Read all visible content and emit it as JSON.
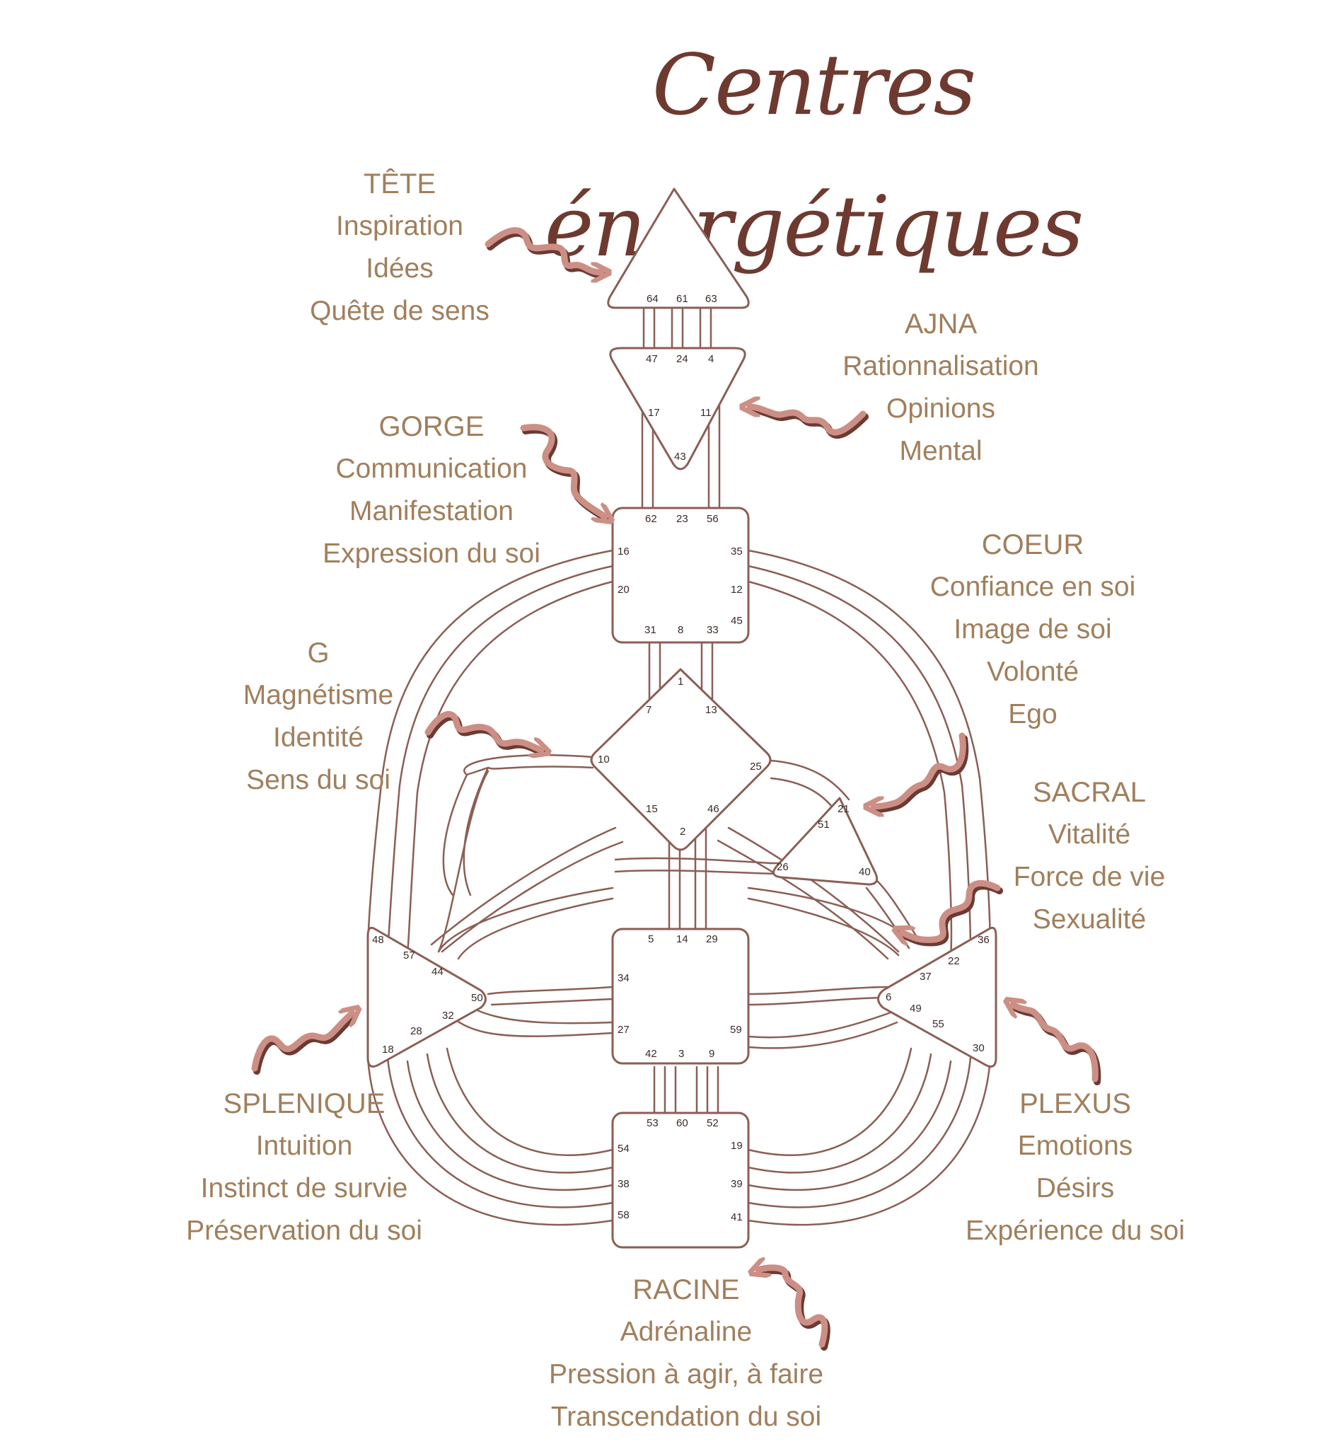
{
  "title": "Centres énergétiques",
  "colors": {
    "line": "#8b5e55",
    "text": "#a07f5c",
    "arrow": "#cc8f85",
    "arrow_shadow": "#6b3a33",
    "title": "#6e3a30"
  },
  "centers": [
    {
      "id": "tete",
      "name": "TÊTE",
      "lines": [
        "Inspiration",
        "Idées",
        "Quête de sens"
      ],
      "gates": [
        "64",
        "61",
        "63"
      ]
    },
    {
      "id": "ajna",
      "name": "AJNA",
      "lines": [
        "Rationnalisation",
        "Opinions",
        "Mental"
      ],
      "gates": [
        "47",
        "24",
        "4",
        "17",
        "11",
        "43"
      ]
    },
    {
      "id": "gorge",
      "name": "GORGE",
      "lines": [
        "Communication",
        "Manifestation",
        "Expression du soi"
      ],
      "gates": [
        "62",
        "23",
        "56",
        "16",
        "35",
        "20",
        "12",
        "45",
        "31",
        "8",
        "33"
      ]
    },
    {
      "id": "coeur",
      "name": "COEUR",
      "lines": [
        "Confiance en soi",
        "Image de soi",
        "Volonté",
        "Ego"
      ],
      "gates": [
        "21",
        "51",
        "26",
        "40"
      ]
    },
    {
      "id": "g",
      "name": "G",
      "lines": [
        "Magnétisme",
        "Identité",
        "Sens du soi"
      ],
      "gates": [
        "1",
        "7",
        "13",
        "10",
        "25",
        "15",
        "46",
        "2"
      ]
    },
    {
      "id": "sacral",
      "name": "SACRAL",
      "lines": [
        "Vitalité",
        "Force de vie",
        "Sexualité"
      ],
      "gates": [
        "5",
        "14",
        "29",
        "34",
        "27",
        "59",
        "42",
        "3",
        "9"
      ]
    },
    {
      "id": "splenique",
      "name": "SPLENIQUE",
      "lines": [
        "Intuition",
        "Instinct de survie",
        "Préservation du soi"
      ],
      "gates": [
        "48",
        "57",
        "44",
        "50",
        "32",
        "28",
        "18"
      ]
    },
    {
      "id": "plexus",
      "name": "PLEXUS",
      "lines": [
        "Emotions",
        "Désirs",
        "Expérience du soi"
      ],
      "gates": [
        "36",
        "22",
        "37",
        "6",
        "49",
        "55",
        "30"
      ]
    },
    {
      "id": "racine",
      "name": "RACINE",
      "lines": [
        "Adrénaline",
        "Pression à agir, à faire",
        "Transcendation du soi"
      ],
      "gates": [
        "53",
        "60",
        "52",
        "54",
        "19",
        "38",
        "39",
        "58",
        "41"
      ]
    }
  ]
}
